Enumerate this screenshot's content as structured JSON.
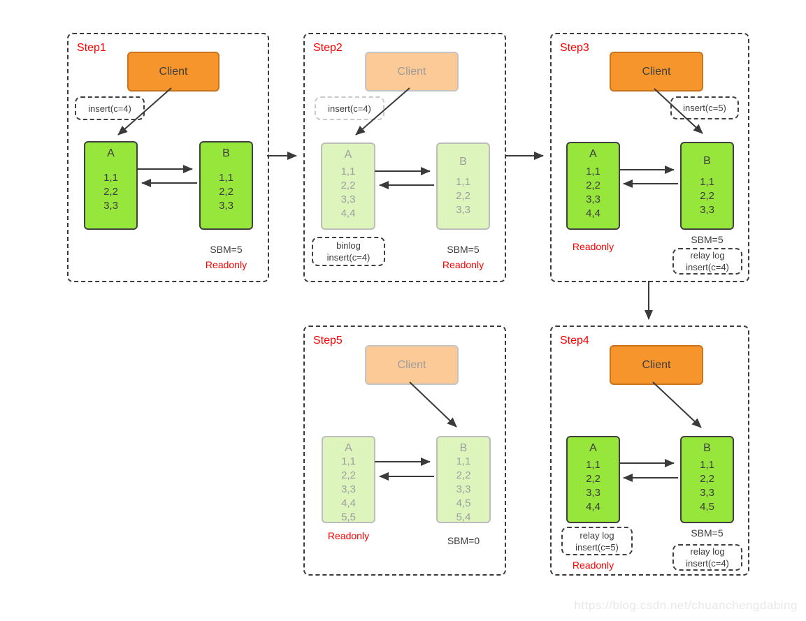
{
  "watermark": "https://blog.csdn.net/chuanchengdabing",
  "colors": {
    "client_orange": "#f7952d",
    "client_orange_faded": "#fbca96",
    "node_green": "#96e63c",
    "node_green_faded": "#ddf5bd",
    "accent_red": "#ff0000",
    "stroke_dark": "#3a3a3a"
  },
  "steps": [
    {
      "title": "Step1",
      "client": "Client",
      "insert_box": "insert(c=4)",
      "a": {
        "name": "A",
        "rows": [
          "1,1",
          "2,2",
          "3,3"
        ]
      },
      "b": {
        "name": "B",
        "rows": [
          "1,1",
          "2,2",
          "3,3"
        ]
      },
      "sbm": "SBM=5",
      "readonly": "Readonly"
    },
    {
      "title": "Step2",
      "client": "Client",
      "insert_box": "insert(c=4)",
      "a": {
        "name": "A",
        "rows": [
          "1,1",
          "2,2",
          "3,3",
          "4,4"
        ]
      },
      "b": {
        "name": "B",
        "rows": [
          "1,1",
          "2,2",
          "3,3"
        ]
      },
      "binlog_box": [
        "binlog",
        "insert(c=4)"
      ],
      "sbm": "SBM=5",
      "readonly": "Readonly"
    },
    {
      "title": "Step3",
      "client": "Client",
      "insert_box": "insert(c=5)",
      "a": {
        "name": "A",
        "rows": [
          "1,1",
          "2,2",
          "3,3",
          "4,4"
        ]
      },
      "b": {
        "name": "B",
        "rows": [
          "1,1",
          "2,2",
          "3,3"
        ]
      },
      "readonly": "Readonly",
      "sbm": "SBM=5",
      "relay_box_b": [
        "relay log",
        "insert(c=4)"
      ]
    },
    {
      "title": "Step4",
      "client": "Client",
      "a": {
        "name": "A",
        "rows": [
          "1,1",
          "2,2",
          "3,3",
          "4,4"
        ]
      },
      "b": {
        "name": "B",
        "rows": [
          "1,1",
          "2,2",
          "3,3",
          "4,5"
        ]
      },
      "relay_box_a": [
        "relay log",
        "insert(c=5)"
      ],
      "readonly": "Readonly",
      "sbm": "SBM=5",
      "relay_box_b": [
        "relay log",
        "insert(c=4)"
      ]
    },
    {
      "title": "Step5",
      "client": "Client",
      "a": {
        "name": "A",
        "rows": [
          "1,1",
          "2,2",
          "3,3",
          "4,4",
          "5,5"
        ]
      },
      "b": {
        "name": "B",
        "rows": [
          "1,1",
          "2,2",
          "3,3",
          "4,5",
          "5,4"
        ]
      },
      "readonly": "Readonly",
      "sbm": "SBM=0"
    }
  ]
}
